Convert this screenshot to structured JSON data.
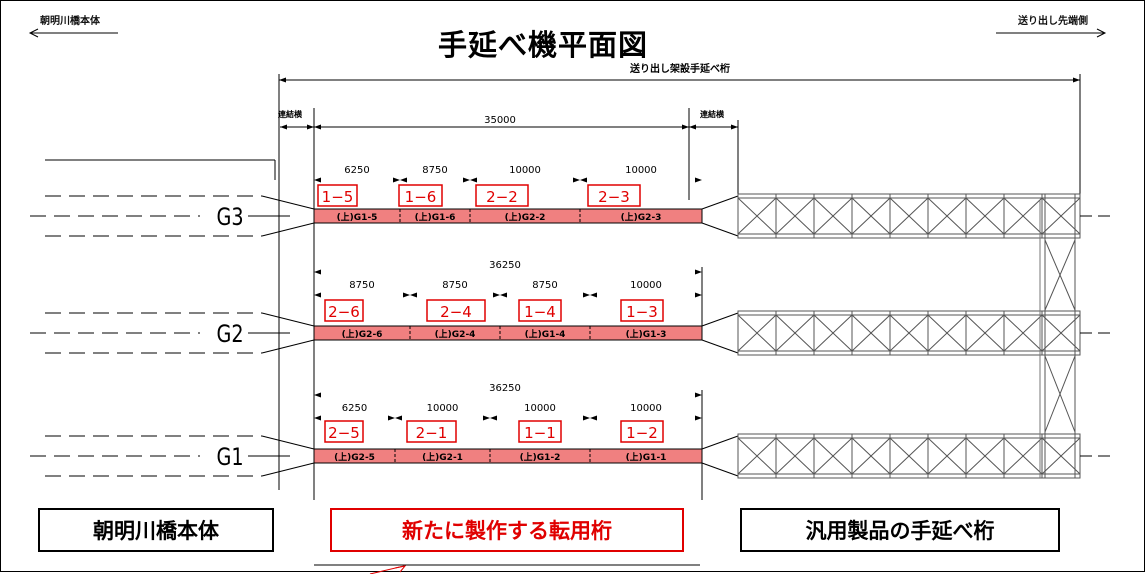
{
  "corner_left": "朝明川橋本体",
  "corner_right": "送り出し先端側",
  "title": "手延べ機平面図",
  "span_label": "送り出し架設手延べ桁",
  "connector_label": "連結横",
  "top_dimension": "35000",
  "girders": [
    {
      "name": "G3",
      "total": "",
      "dims": [
        "6250",
        "8750",
        "10000",
        "10000"
      ],
      "ids": [
        "1−5",
        "1−6",
        "2−2",
        "2−3"
      ],
      "codes": [
        "(上)G1-5",
        "(上)G1-6",
        "(上)G2-2",
        "(上)G2-3"
      ]
    },
    {
      "name": "G2",
      "total": "36250",
      "dims": [
        "8750",
        "8750",
        "8750",
        "10000"
      ],
      "ids": [
        "2−6",
        "2−4",
        "1−4",
        "1−3"
      ],
      "codes": [
        "(上)G2-6",
        "(上)G2-4",
        "(上)G1-4",
        "(上)G1-3"
      ]
    },
    {
      "name": "G1",
      "total": "36250",
      "dims": [
        "6250",
        "10000",
        "10000",
        "10000"
      ],
      "ids": [
        "2−5",
        "2−1",
        "1−1",
        "1−2"
      ],
      "codes": [
        "(上)G2-5",
        "(上)G2-1",
        "(上)G1-2",
        "(上)G1-1"
      ]
    }
  ],
  "labels": {
    "bridge_body": "朝明川橋本体",
    "new_girder": "新たに製作する転用桁",
    "generic_girder": "汎用製品の手延べ桁"
  },
  "colors": {
    "segment_fill": "#f08080",
    "id_color": "#e00000",
    "line": "#000000"
  }
}
